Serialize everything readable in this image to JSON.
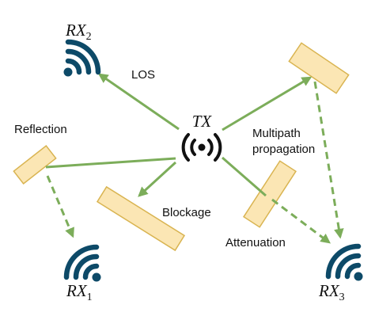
{
  "colors": {
    "arrow": "#7cad5a",
    "reflector_fill": "#fbe6b4",
    "reflector_stroke": "#d9b451",
    "antenna": "#0d4a68",
    "text": "#111111"
  },
  "transmitter": {
    "label": "TX",
    "icon": "broadcast-signal-icon"
  },
  "receivers": [
    {
      "id": "rx2",
      "label": "RX",
      "subscript": "2",
      "icon": "wifi-signal-icon"
    },
    {
      "id": "rx1",
      "label": "RX",
      "subscript": "1",
      "icon": "wifi-signal-icon"
    },
    {
      "id": "rx3",
      "label": "RX",
      "subscript": "3",
      "icon": "wifi-signal-icon"
    }
  ],
  "paths": {
    "los": "LOS",
    "reflection": "Reflection",
    "multipath_line1": "Multipath",
    "multipath_line2": "propagation",
    "blockage": "Blockage",
    "attenuation": "Attenuation"
  }
}
